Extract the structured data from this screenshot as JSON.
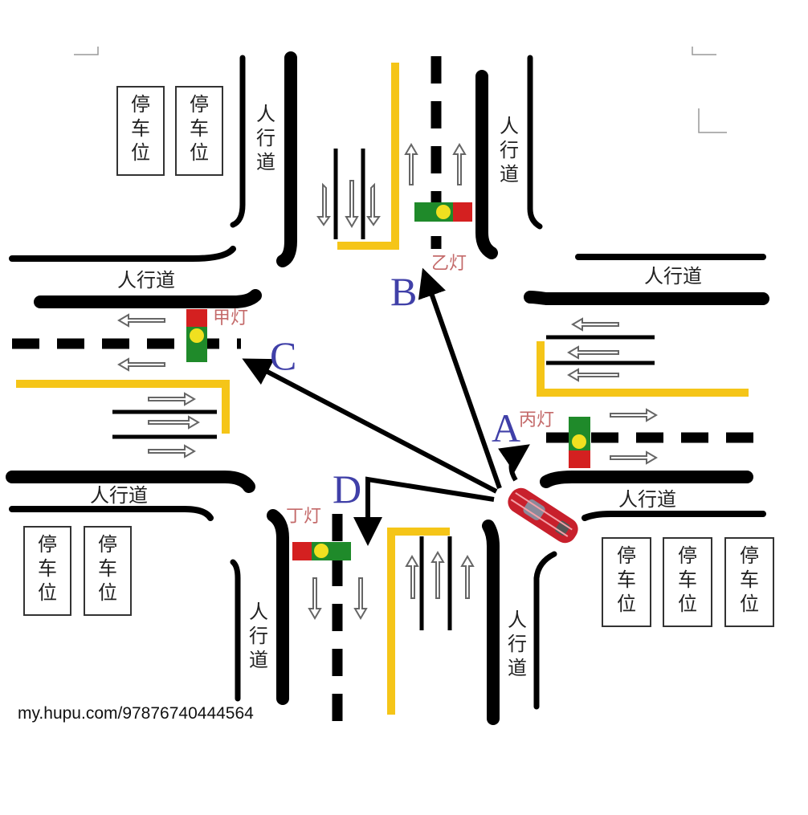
{
  "parking_label": [
    "停",
    "车",
    "位"
  ],
  "sidewalk_label": "人行道",
  "sidewalk_chars": [
    "人",
    "行",
    "道"
  ],
  "lights": {
    "jia": "甲灯",
    "yi": "乙灯",
    "bing": "丙灯",
    "ding": "丁灯"
  },
  "routes": {
    "a": "A",
    "b": "B",
    "c": "C",
    "d": "D"
  },
  "watermark": "my.hupu.com/97876740444564",
  "colors": {
    "road_line": "#000000",
    "yellow_line": "#f5c518",
    "light_red": "#d42020",
    "light_yellow": "#f0e020",
    "light_green": "#1f8a2a",
    "car": "#c8202c",
    "letters": "#4040a8"
  }
}
